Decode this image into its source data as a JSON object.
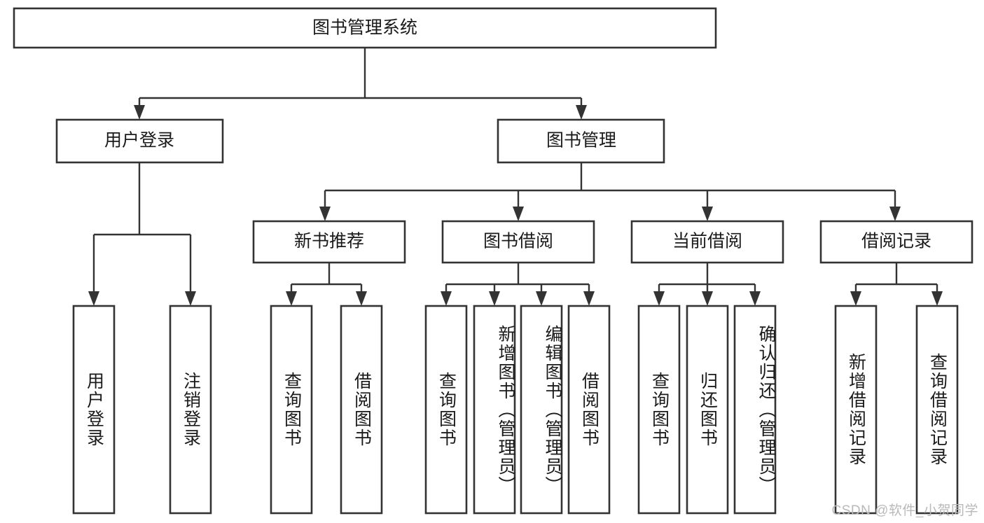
{
  "diagram": {
    "type": "tree-hierarchy",
    "title_node": {
      "id": "root",
      "label": "图书管理系统"
    },
    "level2": [
      {
        "id": "user-login",
        "label": "用户登录"
      },
      {
        "id": "book-manage",
        "label": "图书管理"
      }
    ],
    "level3": [
      {
        "id": "new-book-recommend",
        "label": "新书推荐",
        "parent": "book-manage"
      },
      {
        "id": "book-borrow",
        "label": "图书借阅",
        "parent": "book-manage"
      },
      {
        "id": "current-borrow",
        "label": "当前借阅",
        "parent": "book-manage"
      },
      {
        "id": "borrow-record",
        "label": "借阅记录",
        "parent": "book-manage"
      }
    ],
    "leaves": [
      {
        "id": "leaf-user-login",
        "label": "用户登录",
        "parent": "user-login"
      },
      {
        "id": "leaf-logout-login",
        "label": "注销登录",
        "parent": "user-login"
      },
      {
        "id": "leaf-query-book-1",
        "label": "查询图书",
        "parent": "new-book-recommend"
      },
      {
        "id": "leaf-borrow-book-1",
        "label": "借阅图书",
        "parent": "new-book-recommend"
      },
      {
        "id": "leaf-query-book-2",
        "label": "查询图书",
        "parent": "book-borrow"
      },
      {
        "id": "leaf-add-book",
        "label": "新增图书（管理员）",
        "parent": "book-borrow"
      },
      {
        "id": "leaf-edit-book",
        "label": "编辑图书（管理员）",
        "parent": "book-borrow"
      },
      {
        "id": "leaf-borrow-book-2",
        "label": "借阅图书",
        "parent": "book-borrow"
      },
      {
        "id": "leaf-query-book-3",
        "label": "查询图书",
        "parent": "current-borrow"
      },
      {
        "id": "leaf-return-book",
        "label": "归还图书",
        "parent": "current-borrow"
      },
      {
        "id": "leaf-confirm-return",
        "label": "确认归还（管理员）",
        "parent": "current-borrow"
      },
      {
        "id": "leaf-add-record",
        "label": "新增借阅记录",
        "parent": "borrow-record"
      },
      {
        "id": "leaf-query-record",
        "label": "查询借阅记录",
        "parent": "borrow-record"
      }
    ]
  },
  "watermark": {
    "text": "CSDN @软件_小贺同学"
  },
  "colors": {
    "box_stroke": "#333333",
    "box_fill": "#ffffff",
    "text": "#1a1a1a",
    "connector": "#333333",
    "watermark": "#b9b9b9",
    "background": "#ffffff"
  }
}
